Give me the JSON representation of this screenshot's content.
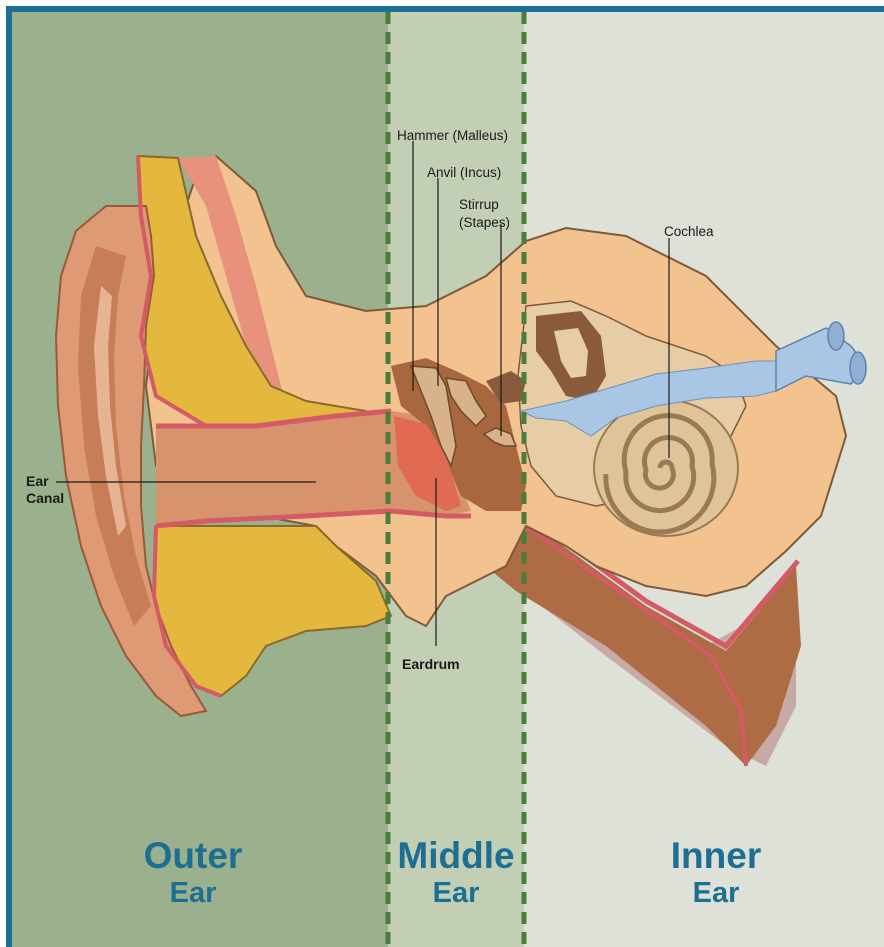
{
  "zones": [
    {
      "title": "Outer",
      "subtitle": "Ear"
    },
    {
      "title": "Middle",
      "subtitle": "Ear"
    },
    {
      "title": "Inner",
      "subtitle": "Ear"
    }
  ],
  "labels": {
    "hammer": "Hammer (Malleus)",
    "anvil": "Anvil (Incus)",
    "stirrup_line1": "Stirrup",
    "stirrup_line2": "(Stapes)",
    "cochlea": "Cochlea",
    "ear_canal_line1": "Ear",
    "ear_canal_line2": "Canal",
    "eardrum": "Eardrum"
  },
  "colors": {
    "frame": "#1c6f92",
    "outer_bg": "#9bb18d",
    "middle_bg": "#c3cfb5",
    "inner_bg": "#dde1d7",
    "divider": "#4a7d3c",
    "zone_title": "#1c6f92"
  }
}
